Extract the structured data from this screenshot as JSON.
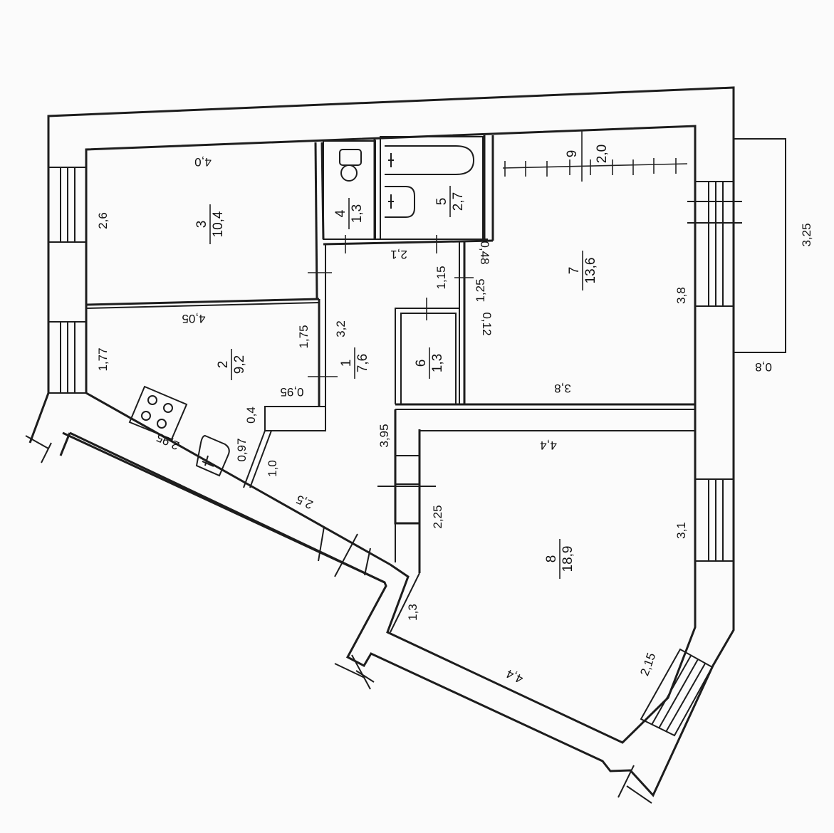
{
  "rooms": [
    {
      "id": "1",
      "number": "1",
      "area": "7,6"
    },
    {
      "id": "2",
      "number": "2",
      "area": "9,2"
    },
    {
      "id": "3",
      "number": "3",
      "area": "10,4"
    },
    {
      "id": "4",
      "number": "4",
      "area": "1,3"
    },
    {
      "id": "5",
      "number": "5",
      "area": "2,7"
    },
    {
      "id": "6",
      "number": "6",
      "area": "1,3"
    },
    {
      "id": "7",
      "number": "7",
      "area": "13,6"
    },
    {
      "id": "8",
      "number": "8",
      "area": "18,9"
    },
    {
      "id": "9",
      "number": "9",
      "area": "2,0"
    }
  ],
  "dimensions": {
    "r3_top": "4,0",
    "r3_left": "2,6",
    "r2_top": "4,05",
    "r2_left": "1,77",
    "r2_right": "1,75",
    "r2_diag": "2,95",
    "hall_3_2": "3,2",
    "hall_0_95": "0,95",
    "hall_0_4": "0,4",
    "hall_0_97": "0,97",
    "hall_1_0": "1,0",
    "hall_2_5": "2,5",
    "hall_3_95": "3,95",
    "hall_2_1": "2,1",
    "hall_1_15": "1,15",
    "hall_0_48": "0,48",
    "hall_1_25": "1,25",
    "hall_0_12": "0,12",
    "r7_right": "3,8",
    "r7_bottom": "3,8",
    "balcony_len": "3,25",
    "balcony_w": "0,8",
    "r8_top": "4,4",
    "r8_right": "3,1",
    "r8_left_upper": "2,25",
    "r8_left_lower": "1,3",
    "r8_bottom": "4,4",
    "r8_diag": "2,15"
  }
}
